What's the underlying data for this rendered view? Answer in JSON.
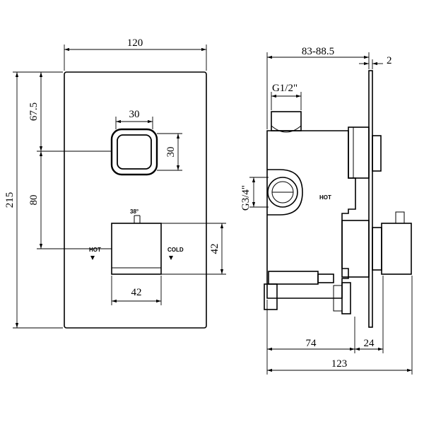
{
  "front_view": {
    "width": "120",
    "height": "215",
    "top_offset": "67.5",
    "spacing": "80",
    "button_width": "30",
    "button_height": "30",
    "knob_width": "42",
    "knob_height": "42",
    "temp_label": "38°",
    "hot_label": "HOT",
    "cold_label": "COLD"
  },
  "side_view": {
    "depth_range": "83-88.5",
    "plate_thickness": "2",
    "top_thread": "G1/2\"",
    "side_thread": "G3/4\"",
    "hot_label": "HOT",
    "body_depth": "74",
    "handle_depth": "24",
    "total_depth": "123"
  }
}
